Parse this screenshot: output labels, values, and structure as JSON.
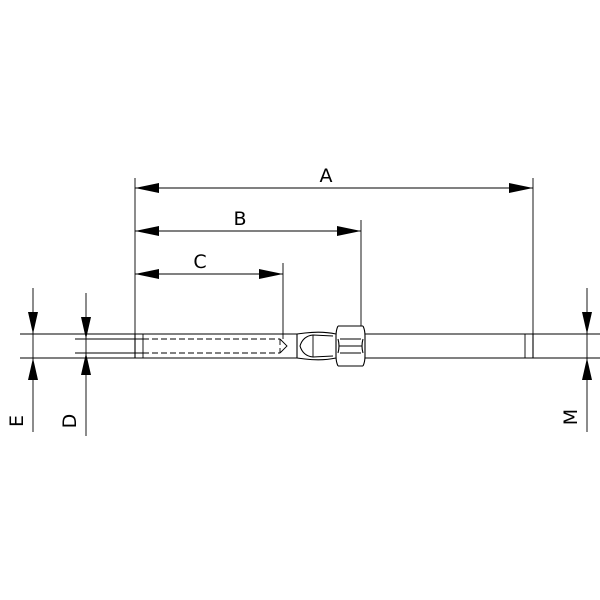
{
  "dimensions": {
    "A": "A",
    "B": "B",
    "C": "C",
    "D": "D",
    "E": "E",
    "M": "M"
  },
  "colors": {
    "line": "#000000",
    "background": "#ffffff"
  }
}
